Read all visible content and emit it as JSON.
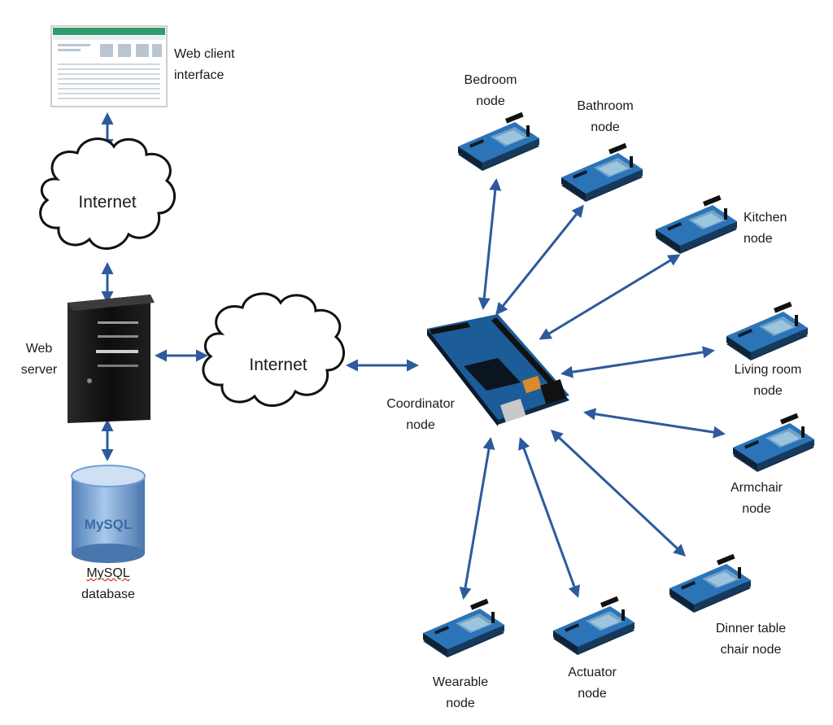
{
  "labels": {
    "web_client": [
      "Web client",
      "interface"
    ],
    "internet_top": "Internet",
    "internet_mid": "Internet",
    "web_server": [
      "Web",
      "server"
    ],
    "mysql_db": [
      "MySQL",
      "database"
    ],
    "mysql_logo": "MySQL",
    "coordinator": [
      "Coordinator",
      "node"
    ],
    "bedroom": [
      "Bedroom",
      "node"
    ],
    "bathroom": [
      "Bathroom",
      "node"
    ],
    "kitchen": [
      "Kitchen",
      "node"
    ],
    "living_room": [
      "Living room",
      "node"
    ],
    "armchair": [
      "Armchair",
      "node"
    ],
    "dinner_chair": [
      "Dinner table",
      "chair node"
    ],
    "actuator": [
      "Actuator",
      "node"
    ],
    "wearable": [
      "Wearable",
      "node"
    ]
  },
  "colors": {
    "arrow": "#2d5a9c",
    "board_blue": "#1f5f9e",
    "board_dark": "#1b2a3a",
    "server_black": "#111111",
    "db_blue": "#6f9fd6"
  },
  "icons": [
    "browser-screenshot",
    "cloud-icon",
    "server-tower",
    "database-cylinder",
    "arduino-mega-board",
    "sensor-node-board"
  ]
}
